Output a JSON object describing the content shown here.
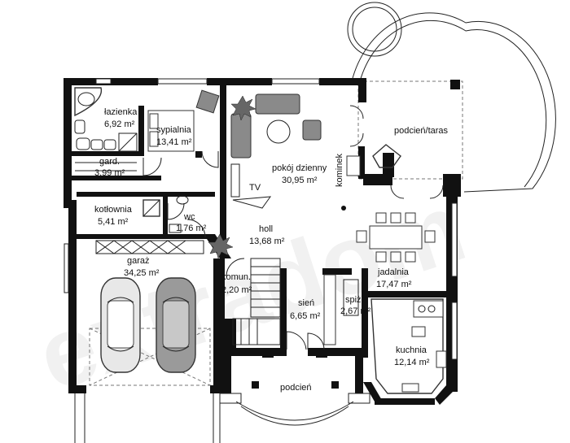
{
  "watermark": "extradom",
  "rooms": [
    {
      "id": "lazienka",
      "name": "łazienka",
      "area": "6,92 m²"
    },
    {
      "id": "sypialnia",
      "name": "sypialnia",
      "area": "13,41 m²"
    },
    {
      "id": "gard",
      "name": "gard.",
      "area": "3,99 m²"
    },
    {
      "id": "kotlownia",
      "name": "kotłownia",
      "area": "5,41 m²"
    },
    {
      "id": "wc",
      "name": "wc",
      "area": "1,76 m²"
    },
    {
      "id": "garaz",
      "name": "garaż",
      "area": "34,25 m²"
    },
    {
      "id": "holl",
      "name": "holl",
      "area": "13,68 m²"
    },
    {
      "id": "pokoj",
      "name": "pokój dzienny",
      "area": "30,95 m²"
    },
    {
      "id": "komun",
      "name": "komun.",
      "area": "2,20 m²"
    },
    {
      "id": "sien",
      "name": "sień",
      "area": "6,65 m²"
    },
    {
      "id": "spiz",
      "name": "spiż.",
      "area": "2,67 m²"
    },
    {
      "id": "jadalnia",
      "name": "jadalnia",
      "area": "17,47 m²"
    },
    {
      "id": "kuchnia",
      "name": "kuchnia",
      "area": "12,14 m²"
    }
  ],
  "labels": {
    "tv": "TV",
    "kominek": "kominek",
    "taras": "podcień/taras",
    "podcien": "podcień"
  }
}
